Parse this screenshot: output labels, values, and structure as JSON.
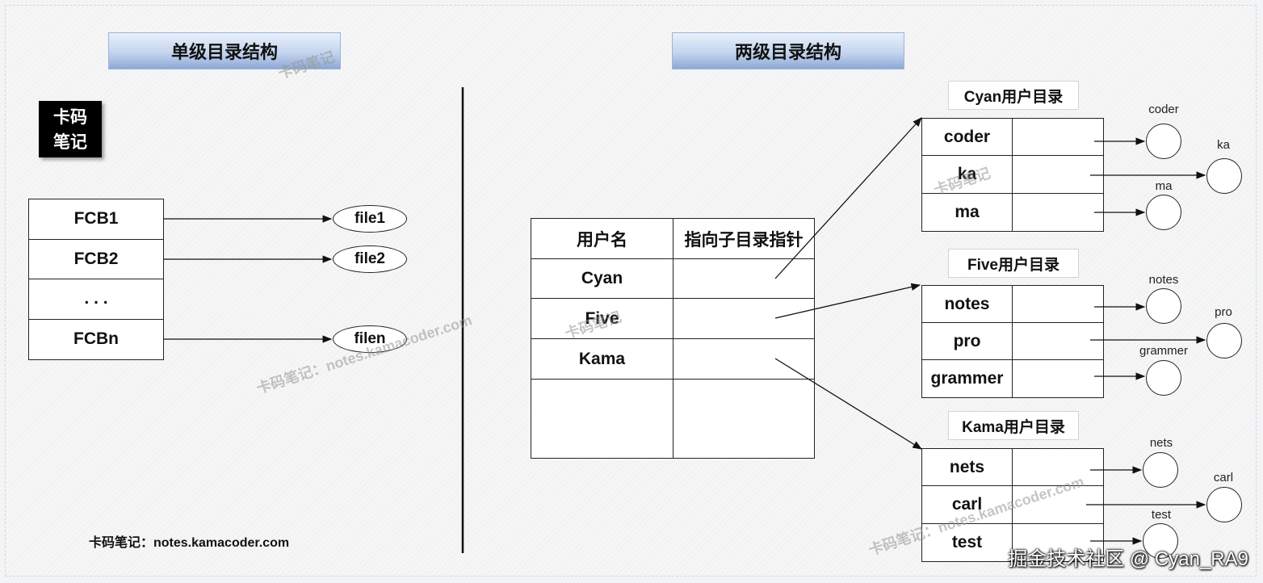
{
  "single": {
    "title": "单级目录结构",
    "logo": [
      "卡码",
      "笔记"
    ],
    "fcbs": [
      "FCB1",
      "FCB2",
      ". . .",
      "FCBn"
    ],
    "files": [
      "file1",
      "file2",
      "",
      "filen"
    ]
  },
  "two": {
    "title": "两级目录结构",
    "table": {
      "headers": [
        "用户名",
        "指向子目录指针"
      ],
      "users": [
        "Cyan",
        "Five",
        "Kama"
      ]
    },
    "dirs": [
      {
        "title": "Cyan用户目录",
        "entries": [
          "coder",
          "ka",
          "ma"
        ],
        "circles": [
          "coder",
          "ka",
          "ma"
        ]
      },
      {
        "title": "Five用户目录",
        "entries": [
          "notes",
          "pro",
          "grammer"
        ],
        "circles": [
          "notes",
          "pro",
          "grammer"
        ]
      },
      {
        "title": "Kama用户目录",
        "entries": [
          "nets",
          "carl",
          "test"
        ],
        "circles": [
          "nets",
          "carl",
          "test"
        ]
      }
    ]
  },
  "watermarks": {
    "w1": "卡码笔记",
    "w2": "卡码笔记",
    "w3": "卡码笔记",
    "w4": "卡码笔记：notes.kamacoder.com",
    "w5": "卡码笔记：notes.kamacoder.com"
  },
  "footer": "卡码笔记：notes.kamacoder.com",
  "credit": "掘金技术社区 @ Cyan_RA9"
}
